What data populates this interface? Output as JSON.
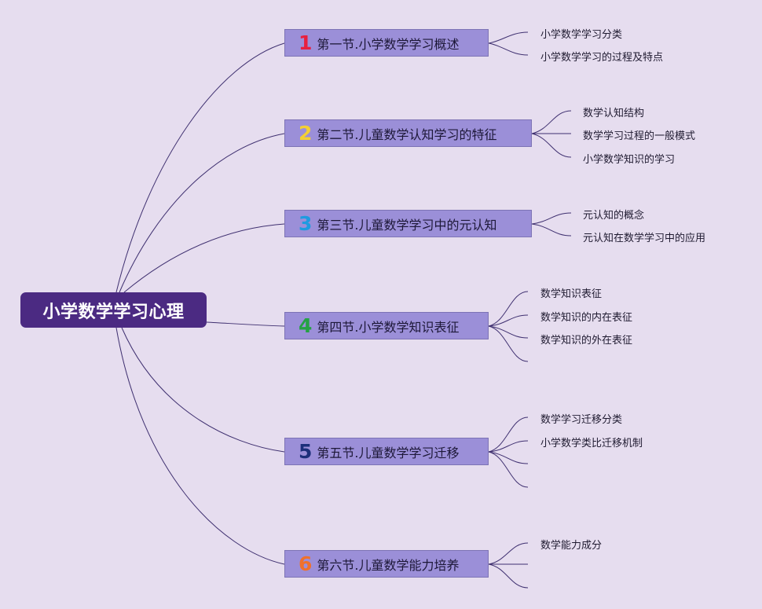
{
  "root": {
    "label": "小学数学学习心理"
  },
  "sections": [
    {
      "number": "1",
      "color": "#e8203f",
      "title": "第一节.小学数学学习概述",
      "children": [
        "小学数学学习分类",
        "小学数学学习的过程及特点"
      ]
    },
    {
      "number": "2",
      "color": "#f3cf34",
      "title": "第二节.儿童数学认知学习的特征",
      "children": [
        "数学认知结构",
        "数学学习过程的一般模式",
        "小学数学知识的学习"
      ]
    },
    {
      "number": "3",
      "color": "#1f9be0",
      "title": "第三节.儿童数学学习中的元认知",
      "children": [
        "元认知的概念",
        "元认知在数学学习中的应用"
      ]
    },
    {
      "number": "4",
      "color": "#25a244",
      "title": "第四节.小学数学知识表征",
      "children": [
        "数学知识表征",
        "数学知识的内在表征",
        "数学知识的外在表征"
      ]
    },
    {
      "number": "5",
      "color": "#1c2f7a",
      "title": "第五节.儿童数学学习迁移",
      "children": [
        "数学学习迁移分类",
        "小学数学类比迁移机制"
      ]
    },
    {
      "number": "6",
      "color": "#f0712c",
      "title": "第六节.儿童数学能力培养",
      "children": [
        "数学能力成分"
      ]
    }
  ]
}
